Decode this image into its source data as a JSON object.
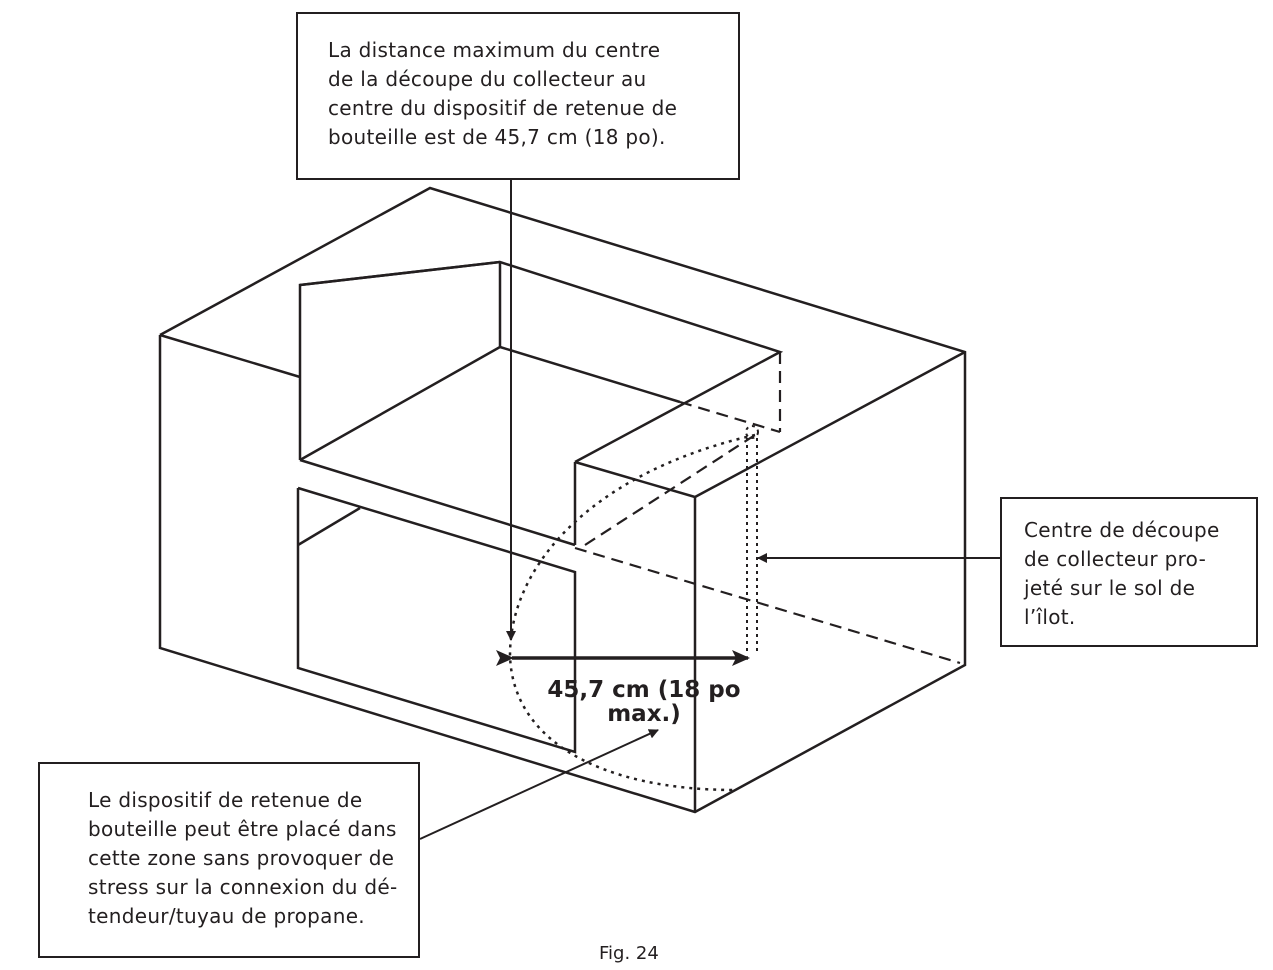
{
  "callouts": {
    "top": "La distance maximum du centre\nde la découpe du collecteur au\ncentre du dispositif de retenue de\nbouteille est de 45,7 cm (18 po).",
    "right": "Centre de découpe\nde collecteur pro-\njeté sur le sol de\nl’îlot.",
    "bottom": "Le dispositif de retenue de\nbouteille peut être placé dans\ncette zone sans provoquer de\nstress sur la connexion du dé-\ntendeur/tuyau de propane."
  },
  "dimension": {
    "line1": "45,7 cm (18 po",
    "line2": "max.)"
  },
  "caption": "Fig. 24",
  "colors": {
    "line": "#231f20",
    "background": "#ffffff"
  }
}
